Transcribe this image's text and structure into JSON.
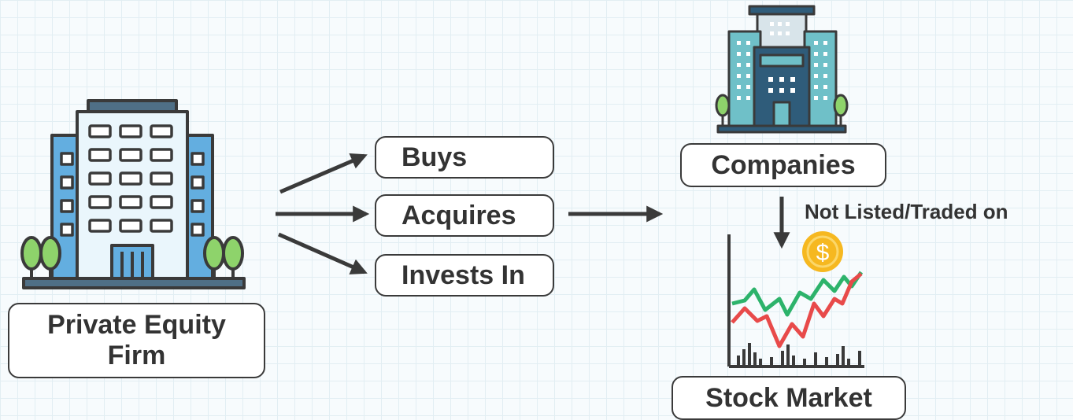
{
  "diagram": {
    "firm_label_line1": "Private Equity",
    "firm_label_line2": "Firm",
    "actions": [
      "Buys",
      "Acquires",
      "Invests In"
    ],
    "target_label": "Companies",
    "relation_label": "Not Listed/Traded on",
    "market_label": "Stock Market"
  },
  "icons": {
    "firm": "office-building-icon",
    "companies": "company-building-icon",
    "market": "stock-chart-icon",
    "coin": "dollar-coin-icon"
  },
  "colors": {
    "stroke": "#3a3a3a",
    "building_blue": "#63aee0",
    "building_teal": "#3a9aa5",
    "tree_green": "#8ed36b",
    "chart_green": "#2db36b",
    "chart_red": "#e84a4a",
    "coin_gold": "#f6b820"
  }
}
